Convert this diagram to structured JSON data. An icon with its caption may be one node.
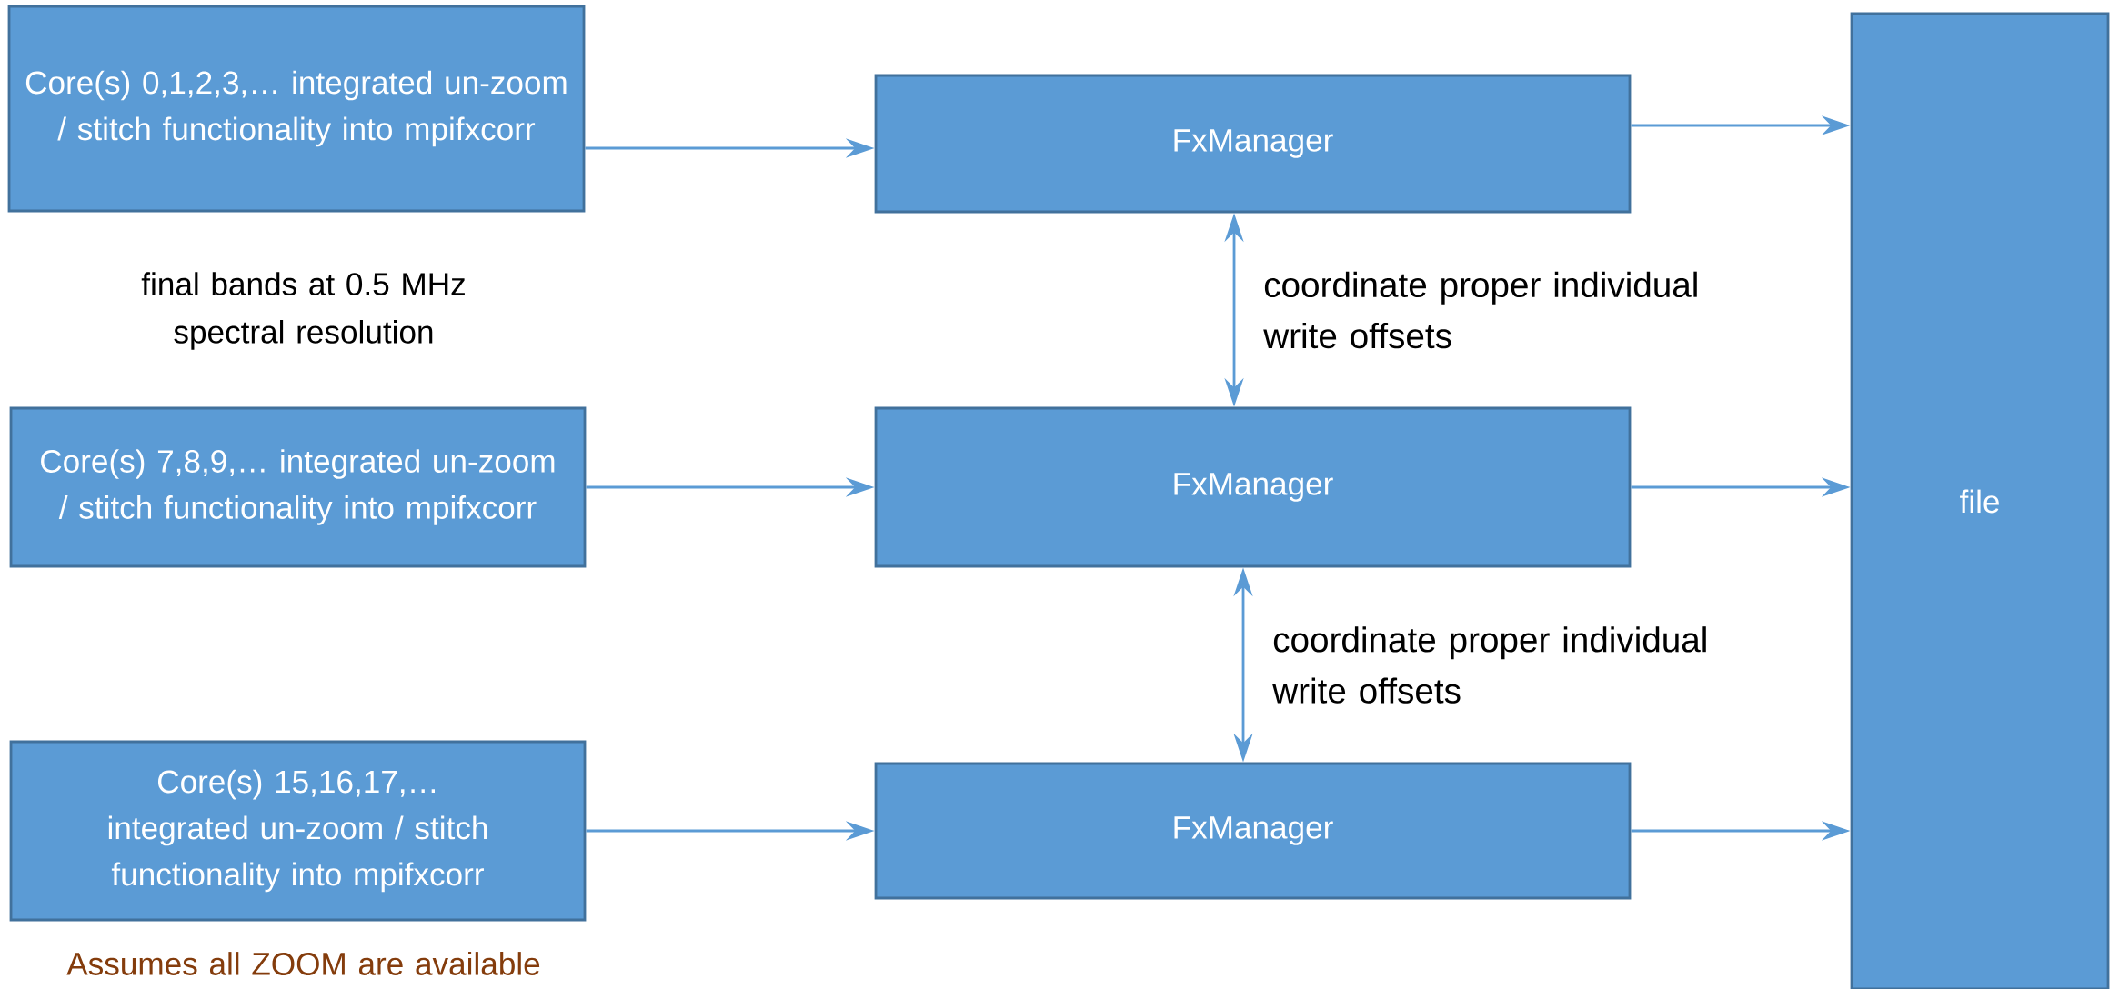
{
  "diagram": {
    "nodes": [
      {
        "text": [
          "Core(s) 0,1,2,3,… integrated un-zoom / stitch functionality into mpifxcorr"
        ]
      },
      {
        "text": [
          "FxManager"
        ]
      },
      {
        "text": [
          "Core(s) 7,8,9,… integrated un-zoom / stitch functionality into mpifxcorr"
        ]
      },
      {
        "text": [
          "FxManager"
        ]
      },
      {
        "text": [
          "Core(s) 15,16,17,… integrated un-zoom / stitch functionality into mpifxcorr"
        ]
      },
      {
        "text": [
          "FxManager"
        ]
      },
      {
        "text": [
          "file"
        ]
      }
    ],
    "edges": [
      {
        "from": 0,
        "to": 1,
        "arrow": "to"
      },
      {
        "from": 1,
        "to": 6,
        "arrow": "to"
      },
      {
        "from": 1,
        "to": 3,
        "arrow": "both",
        "label": "coordinate proper individual write offsets"
      },
      {
        "from": 2,
        "to": 3,
        "arrow": "to"
      },
      {
        "from": 3,
        "to": 6,
        "arrow": "to"
      },
      {
        "from": 3,
        "to": 5,
        "arrow": "both",
        "label": "coordinate proper individual write offsets"
      },
      {
        "from": 4,
        "to": 5,
        "arrow": "to"
      },
      {
        "from": 5,
        "to": 6,
        "arrow": "to"
      }
    ],
    "labels": [
      "final bands at 0.5 MHz spectral resolution",
      "Assumes all ZOOM are available"
    ]
  }
}
